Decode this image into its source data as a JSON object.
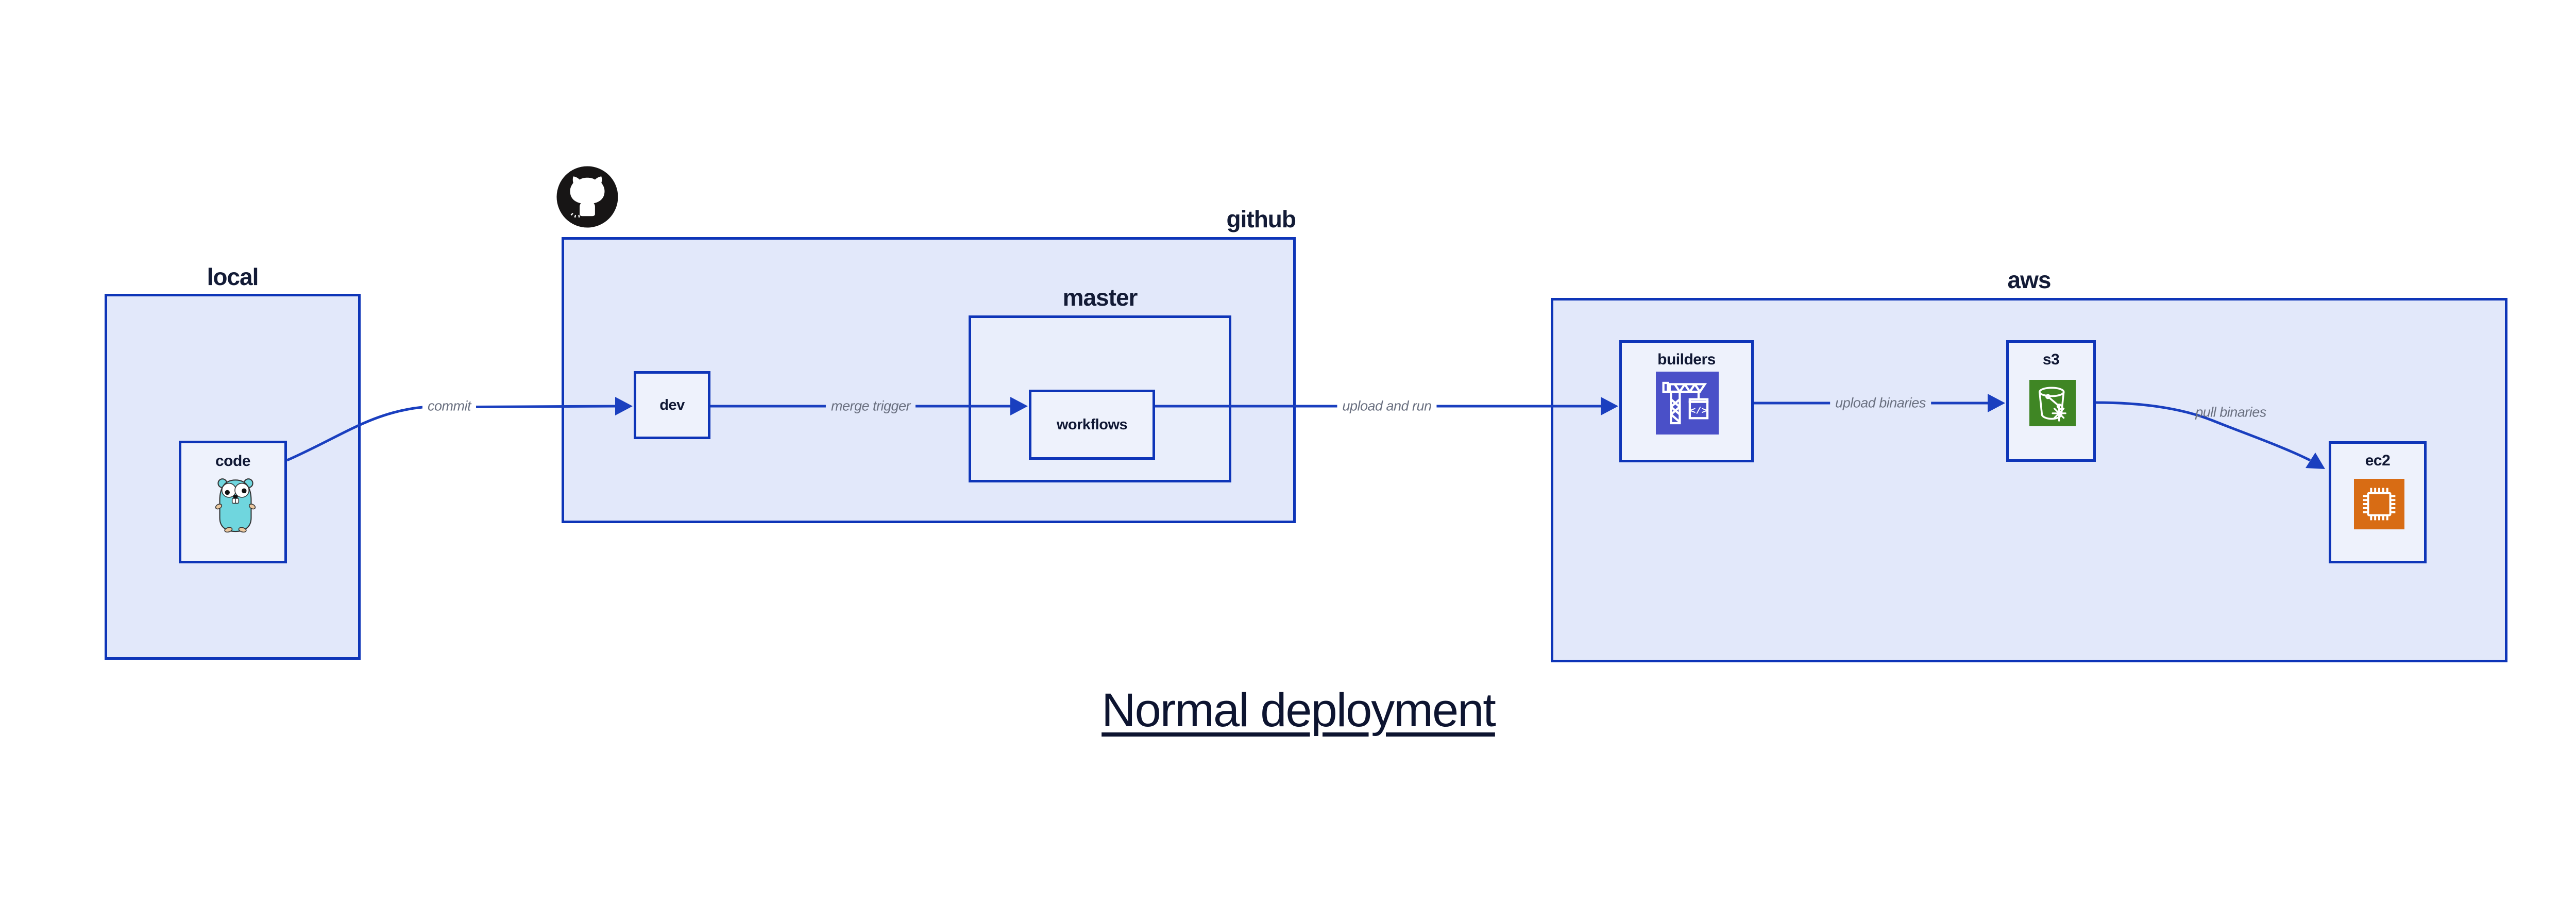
{
  "title": "Normal deployment",
  "containers": {
    "local": {
      "label": "local"
    },
    "github": {
      "label": "github"
    },
    "master": {
      "label": "master"
    },
    "aws": {
      "label": "aws"
    }
  },
  "nodes": {
    "code": {
      "label": "code"
    },
    "dev": {
      "label": "dev"
    },
    "workflows": {
      "label": "workflows"
    },
    "builders": {
      "label": "builders"
    },
    "s3": {
      "label": "s3"
    },
    "ec2": {
      "label": "ec2"
    }
  },
  "edges": {
    "commit": {
      "label": "commit"
    },
    "merge_trigger": {
      "label": "merge trigger"
    },
    "upload_and_run": {
      "label": "upload and run"
    },
    "upload_binaries": {
      "label": "upload binaries"
    },
    "pull_binaries": {
      "label": "pull binaries"
    }
  },
  "icons": {
    "github": "github-octocat-icon",
    "code": "go-gopher-icon",
    "builders": "aws-codebuild-crane-icon",
    "s3": "aws-s3-glacier-bucket-icon",
    "ec2": "aws-ec2-chip-icon",
    "codebuild_glyph_text": "</>"
  },
  "colors": {
    "canvas_bg": "#ffffff",
    "container_fill": "#e2e8fa",
    "master_fill": "#e9eefb",
    "node_fill": "#eef2fc",
    "border_blue": "#0e35b8",
    "edge_blue": "#1a3fbf",
    "label_dark": "#101834",
    "edge_label_gray": "#6a7080",
    "codebuild_indigo": "#4a50c8",
    "s3_green": "#3f8624",
    "ec2_orange": "#d86c14",
    "octocat_black": "#171515",
    "gopher_teal": "#6fd6de"
  }
}
